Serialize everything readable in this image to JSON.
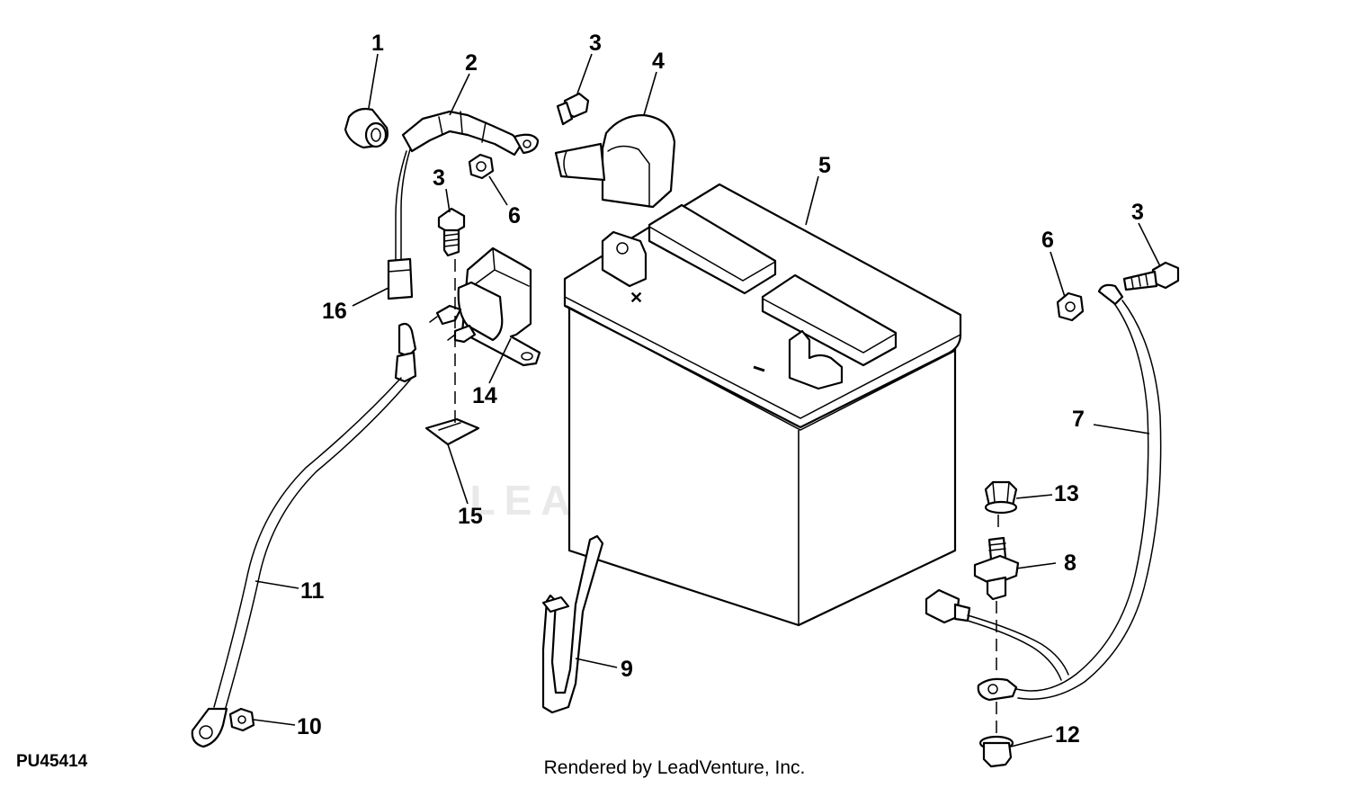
{
  "diagram": {
    "figure_id": "PU45414",
    "credit": "Rendered by LeadVenture, Inc.",
    "watermark": "LEADVENTURE",
    "callouts": {
      "c1": "1",
      "c2": "2",
      "c3a": "3",
      "c3b": "3",
      "c3c": "3",
      "c4": "4",
      "c5": "5",
      "c6a": "6",
      "c6b": "6",
      "c7": "7",
      "c8": "8",
      "c9": "9",
      "c10": "10",
      "c11": "11",
      "c12": "12",
      "c13": "13",
      "c14": "14",
      "c15": "15",
      "c16": "16"
    }
  }
}
